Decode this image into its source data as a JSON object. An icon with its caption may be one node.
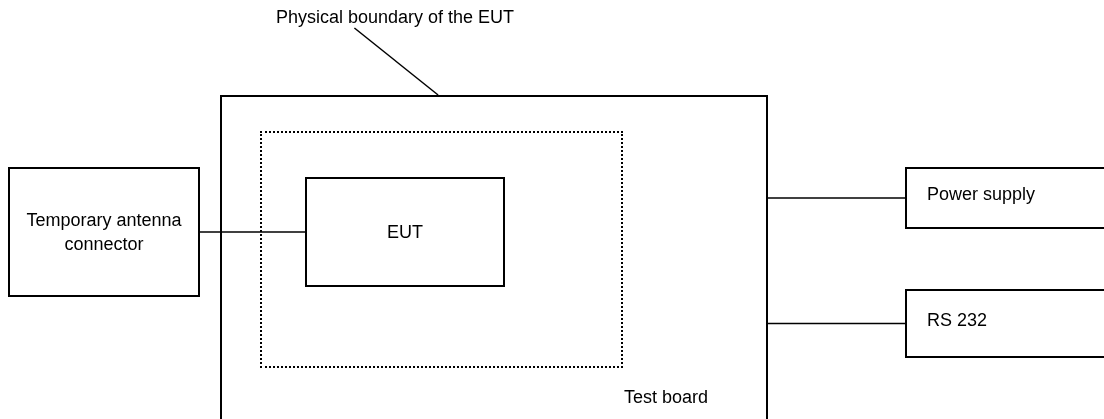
{
  "diagram": {
    "nodes": [
      {
        "text": [
          "Physical boundary of the EUT"
        ]
      },
      {
        "text": [
          "Test board"
        ]
      },
      {
        "text": [],
        "shape": "box",
        "in": 1
      },
      {
        "text": [
          "EUT"
        ],
        "in": 2
      },
      {
        "text": [
          "Temporary antenna connector"
        ]
      },
      {
        "text": [
          "Power supply"
        ]
      },
      {
        "text": [
          "RS 232"
        ]
      }
    ],
    "edges": [
      {
        "from": 0,
        "to": 1,
        "arrow": "none"
      },
      {
        "from": 4,
        "to": 3,
        "arrow": "none"
      },
      {
        "from": 1,
        "to": 5,
        "arrow": "none"
      },
      {
        "from": 1,
        "to": 6,
        "arrow": "none"
      }
    ]
  }
}
